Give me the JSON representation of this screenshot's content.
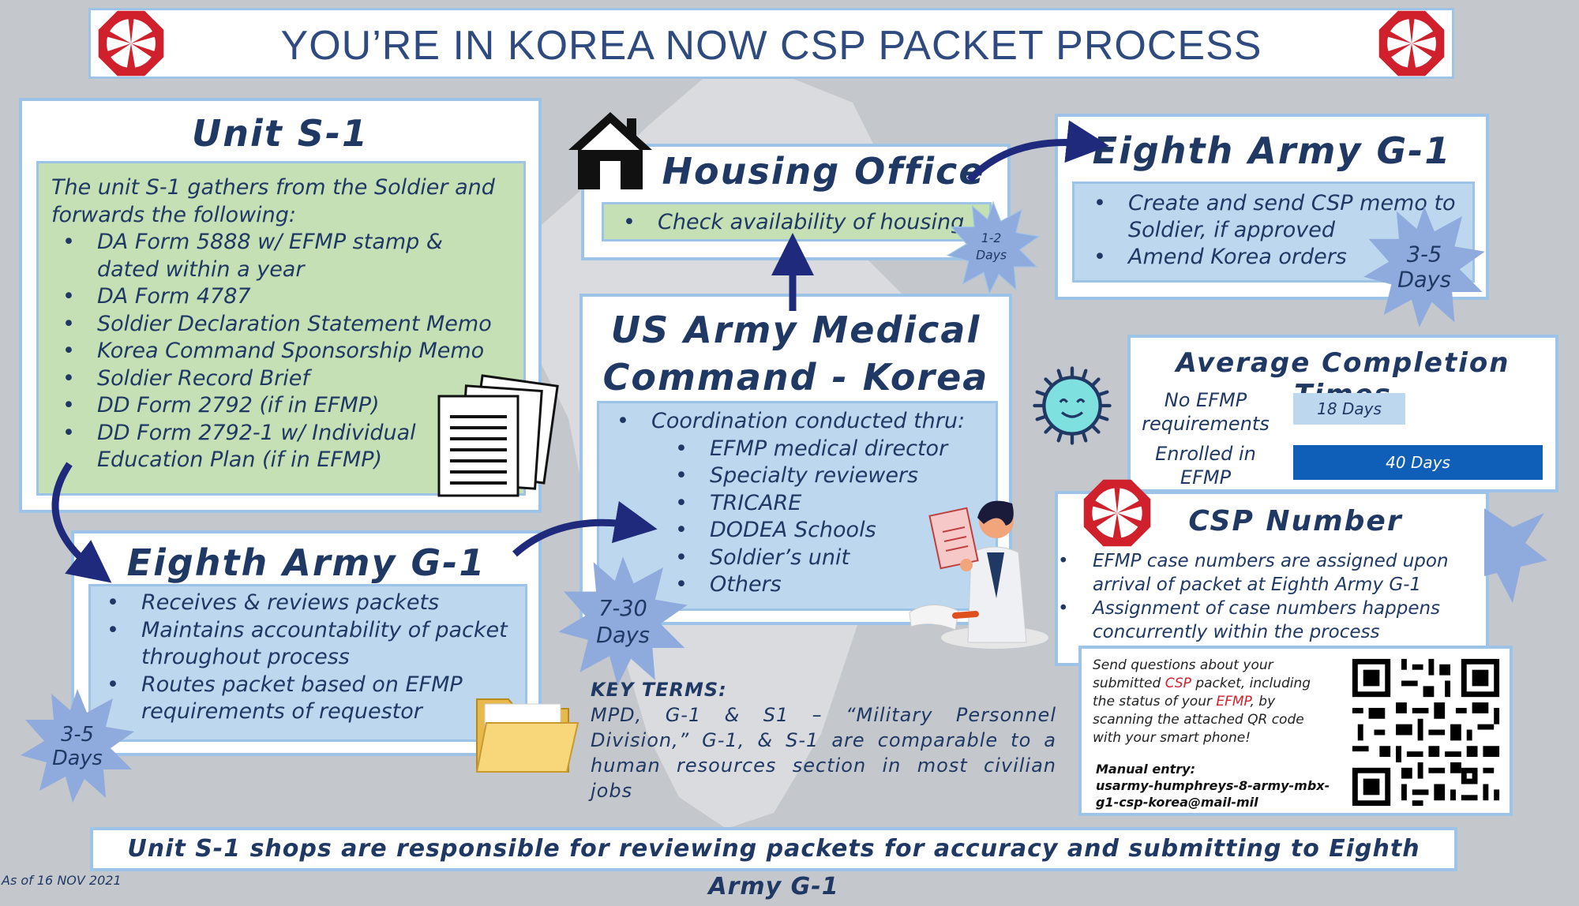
{
  "title": "YOU’RE IN KOREA NOW CSP PACKET PROCESS",
  "unit_s1": {
    "heading": "Unit S-1",
    "intro": "The unit S-1 gathers from the Soldier and forwards the following:",
    "items": [
      "DA Form 5888 w/ EFMP stamp & dated within a year",
      "DA Form 4787",
      "Soldier Declaration Statement Memo",
      "Korea Command Sponsorship Memo",
      "Soldier Record Brief",
      "DD Form 2792 (if in EFMP)",
      "DD Form 2792-1 w/ Individual Education Plan (if in EFMP)"
    ]
  },
  "housing": {
    "heading": "Housing Office",
    "items": [
      "Check availability of housing"
    ],
    "badge_line1": "1-2",
    "badge_line2": "Days"
  },
  "g1_top": {
    "heading": "Eighth Army G-1",
    "items": [
      "Create and send CSP memo to Soldier, if approved",
      "Amend Korea orders"
    ],
    "badge_line1": "3-5",
    "badge_line2": "Days"
  },
  "medcom": {
    "heading_line1": "US Army Medical",
    "heading_line2": "Command -  Korea",
    "lead": "Coordination conducted thru:",
    "items": [
      "EFMP medical director",
      "Specialty reviewers",
      "TRICARE",
      "DODEA Schools",
      "Soldier’s unit",
      "Others"
    ],
    "badge_line1": "7-30",
    "badge_line2": "Days"
  },
  "g1_bottom": {
    "heading": "Eighth Army G-1",
    "items": [
      "Receives & reviews packets",
      "Maintains accountability of packet throughout process",
      "Routes packet based on EFMP requirements of requestor"
    ],
    "badge_line1": "3-5",
    "badge_line2": "Days"
  },
  "avg_times": {
    "heading": "Average Completion Times",
    "rows": [
      {
        "label": "No EFMP requirements",
        "value": "18 Days",
        "days": 18
      },
      {
        "label": "Enrolled in EFMP",
        "value": "40 Days",
        "days": 40
      }
    ]
  },
  "csp_number": {
    "heading": "CSP Number",
    "items": [
      "EFMP case numbers are assigned upon arrival of packet at Eighth Army G-1",
      "Assignment of case numbers happens concurrently within the process"
    ]
  },
  "contact": {
    "p1": "Send questions about your submitted ",
    "hl1": "CSP",
    "p2": " packet, including the status of your ",
    "hl2": "EFMP",
    "p3": ", by scanning the attached QR code with your smart phone!",
    "manual_label": "Manual entry:",
    "manual_value": "usarmy-humphreys-8-army-mbx-g1-csp-korea@mail-mil"
  },
  "key_terms": {
    "heading": "KEY TERMS:",
    "body": "MPD, G-1 & S1 – “Military Personnel Division,” G-1, & S-1 are comparable to a human resources section in most civilian jobs"
  },
  "footer": "Unit S-1 shops are responsible for reviewing packets for accuracy and submitting to Eighth Army G-1",
  "date_note": "As of 16 NOV 2021",
  "colors": {
    "title_blue": "#2e4a7e",
    "script_navy": "#1f3864",
    "green_fill": "#c5e0b4",
    "blue_fill": "#bdd7ee",
    "border_blue": "#9dc3e6",
    "badge_blue": "#8faadc",
    "bar_light": "#bdd7ee",
    "bar_dark": "#0f5fb8",
    "logo_red": "#d0202b",
    "arrow_navy": "#1f2a7c"
  }
}
